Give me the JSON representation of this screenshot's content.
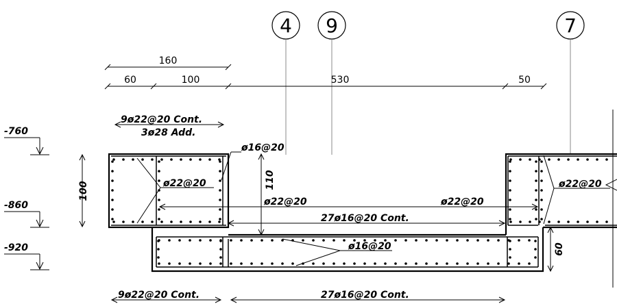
{
  "axes": [
    "4",
    "9",
    "7"
  ],
  "dimensions": {
    "overall": "160",
    "seg1": "60",
    "seg2": "100",
    "seg3": "530",
    "seg4": "50",
    "height_left": "100",
    "height_mid": "110",
    "height_right": "60"
  },
  "levels": [
    "-760",
    "-860",
    "-920"
  ],
  "rebar": {
    "top_cont": "9ø22@20  Cont.",
    "top_add": "3ø28  Add.",
    "stirrup_top": "ø16@20",
    "left_stirrup": "ø22@20",
    "mid_bar": "ø22@20",
    "right_bar": "ø22@20",
    "right_beam_bar": "ø22@20",
    "main_cont": "27ø16@20  Cont.",
    "slab_stirrup": "ø16@20",
    "bottom_left": "9ø22@20  Cont.",
    "bottom_right": "27ø16@20  Cont."
  }
}
